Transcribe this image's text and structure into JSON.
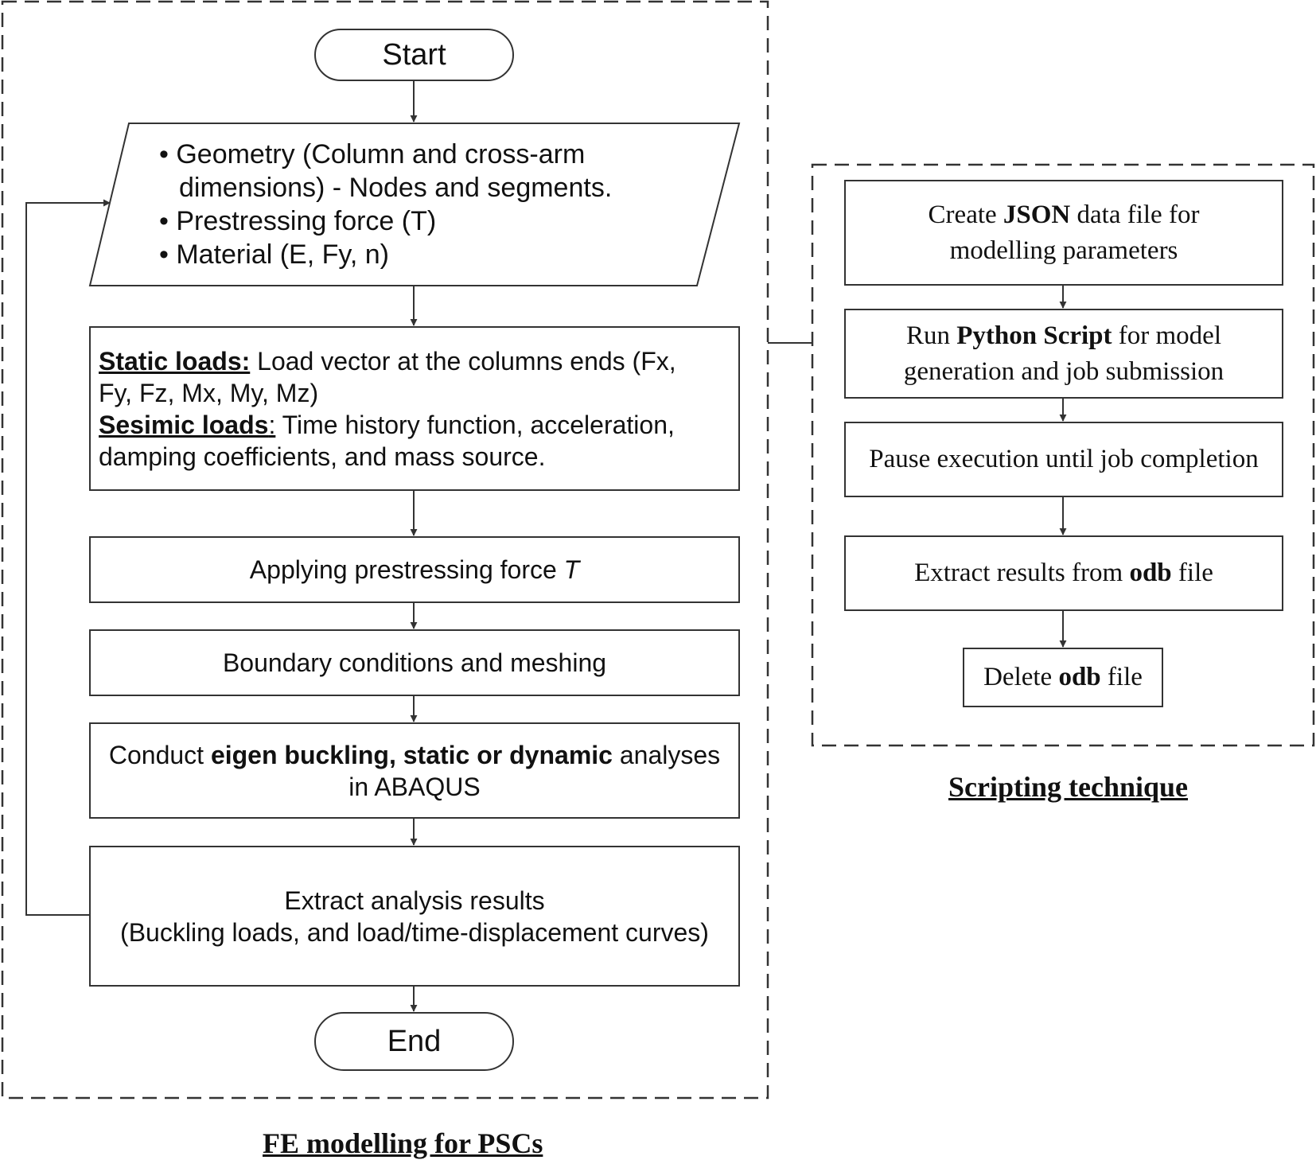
{
  "fe": {
    "caption": "FE modelling for PSCs",
    "start": "Start",
    "inputs": [
      "• Geometry (Column and cross-arm",
      "dimensions) - Nodes and segments.",
      "• Prestressing force (T)",
      "• Material (E, Fy, n)"
    ],
    "loads": {
      "static_label": "Static loads:",
      "static_text_1": " Load vector at the columns ends (Fx,",
      "static_text_2": "Fy, Fz, Mx, My, Mz)",
      "seismic_label": "Sesimic loads",
      "seismic_colon": ":",
      "seismic_text_1": " Time history function, acceleration,",
      "seismic_text_2": "damping coefficients, and mass source."
    },
    "prestress": {
      "text": "Applying prestressing force ",
      "symbol": "T"
    },
    "boundary": "Boundary conditions and meshing",
    "analysis": {
      "pre": "Conduct ",
      "bold": "eigen buckling, static or dynamic",
      "post": " analyses",
      "line2": "in ABAQUS"
    },
    "results": {
      "line1": "Extract analysis results",
      "line2": "(Buckling loads, and load/time-displacement curves)"
    },
    "end": "End"
  },
  "script": {
    "caption": "Scripting technique",
    "json_step": {
      "pre": "Create ",
      "bold": "JSON",
      "post": " data file for",
      "line2": "modelling parameters"
    },
    "python_step": {
      "pre": "Run ",
      "bold": "Python Script",
      "post": " for model",
      "line2": "generation and job submission"
    },
    "pause_step": "Pause execution until job completion",
    "extract_step": {
      "pre": "Extract results from ",
      "bold": "odb",
      "post": " file"
    },
    "delete_step": {
      "pre": "Delete ",
      "bold": "odb",
      "post": " file"
    }
  }
}
